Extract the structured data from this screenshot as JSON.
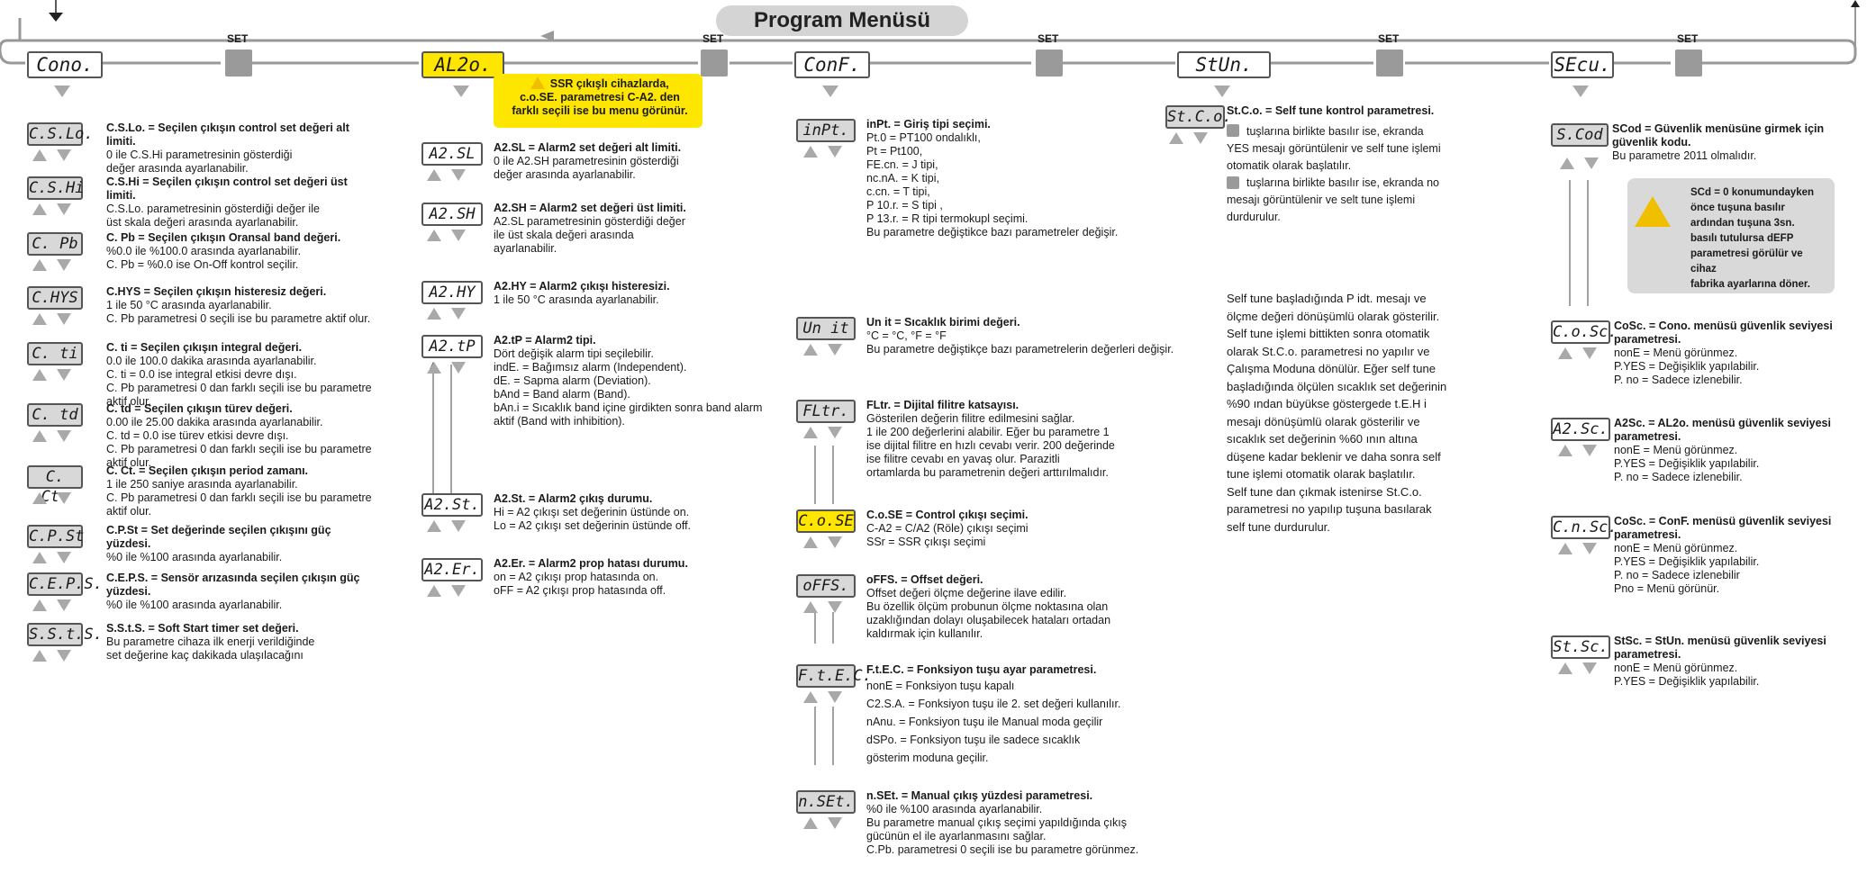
{
  "title": "Program Menüsü",
  "set_label": "SET",
  "menus": [
    {
      "code": "Cono."
    },
    {
      "code": "AL2o."
    },
    {
      "code": "ConF."
    },
    {
      "code": "StUn."
    },
    {
      "code": "SEcu."
    }
  ],
  "alarm_note": {
    "line1": "SSR çıkışlı cihazlarda,",
    "line2": "c.o.SE. parametresi C-A2. den",
    "line3": "farklı seçili ise bu menu görünür."
  },
  "col1": [
    {
      "disp": "C.S.Lo.",
      "head": "C.S.Lo. = Seçilen çıkışın control set değeri alt limiti.",
      "l1": "0 ile C.S.Hi parametresinin gösterdiği",
      "l2": "değer arasında ayarlanabilir."
    },
    {
      "disp": "C.S.Hi",
      "head": "C.S.Hi = Seçilen çıkışın control set değeri üst limiti.",
      "l1": "C.S.Lo. parametresinin gösterdiği değer ile",
      "l2": "üst skala değeri arasında ayarlanabilir."
    },
    {
      "disp": "C. Pb",
      "head": "C. Pb = Seçilen çıkışın Oransal band değeri.",
      "l1": "%0.0 ile %100.0 arasında ayarlanabilir.",
      "l2": "C. Pb = %0.0 ise On-Off kontrol seçilir."
    },
    {
      "disp": "C.HYS",
      "head": "C.HYS = Seçilen çıkışın histeresiz değeri.",
      "l1": "1 ile 50 °C arasında ayarlanabilir.",
      "l2": "C. Pb parametresi 0 seçili ise bu parametre aktif olur."
    },
    {
      "disp": "C. ti",
      "head": "C. ti = Seçilen çıkışın integral değeri.",
      "l1": "0.0 ile 100.0 dakika arasında ayarlanabilir.",
      "l2": "C. ti = 0.0 ise integral etkisi devre dışı.",
      "l3": "C. Pb parametresi 0 dan farklı seçili ise bu parametre aktif olur."
    },
    {
      "disp": "C. td",
      "head": "C. td = Seçilen çıkışın türev değeri.",
      "l1": "0.00 ile 25.00 dakika arasında ayarlanabilir.",
      "l2": "C. td = 0.0 ise türev etkisi devre dışı.",
      "l3": "C. Pb parametresi 0 dan farklı seçili ise bu parametre aktif olur."
    },
    {
      "disp": "C. Ct.",
      "head": "C. Ct. = Seçilen çıkışın period zamanı.",
      "l1": "1 ile 250 saniye arasında ayarlanabilir.",
      "l2": "C. Pb parametresi 0 dan farklı seçili ise bu parametre aktif olur."
    },
    {
      "disp": "C.P.St",
      "head": "C.P.St = Set değerinde seçilen çıkışını güç yüzdesi.",
      "l1": "%0 ile %100 arasında ayarlanabilir."
    },
    {
      "disp": "C.E.P.S.",
      "head": "C.E.P.S. = Sensör arızasında seçilen çıkışın güç yüzdesi.",
      "l1": "%0 ile %100 arasında ayarlanabilir."
    },
    {
      "disp": "S.S.t.S.",
      "head": "S.S.t.S. = Soft Start timer set değeri.",
      "l1": "Bu parametre cihaza ilk enerji verildiğinde",
      "l2": "set değerine kaç dakikada ulaşılacağını"
    }
  ],
  "col2": [
    {
      "disp": "A2.SL",
      "head": "A2.SL = Alarm2 set değeri alt limiti.",
      "l1": "0 ile A2.SH parametresinin gösterdiği",
      "l2": "değer arasında ayarlanabilir."
    },
    {
      "disp": "A2.SH",
      "head": "A2.SH = Alarm2 set değeri üst limiti.",
      "l1": "A2.SL parametresinin gösterdiği değer",
      "l2": "ile üst skala değeri arasında",
      "l3": "ayarlanabilir."
    },
    {
      "disp": "A2.HY",
      "head": "A2.HY = Alarm2 çıkışı histeresizi.",
      "l1": "1 ile 50 °C arasında ayarlanabilir."
    },
    {
      "disp": "A2.tP",
      "head": "A2.tP = Alarm2 tipi.",
      "l1": "Dört değişik alarm tipi seçilebilir.",
      "l2": "indE. = Bağımsız alarm (Independent).",
      "l3": "dE. = Sapma alarm (Deviation).",
      "l4": "bAnd = Band alarm (Band).",
      "l5": "bAn.i = Sıcaklık band içine girdikten sonra band alarm aktif (Band with inhibition)."
    },
    {
      "disp": "A2.St.",
      "head": "A2.St. = Alarm2 çıkış durumu.",
      "l1": "Hi = A2 çıkışı set değerinin üstünde on.",
      "l2": "Lo = A2 çıkışı set değerinin üstünde off."
    },
    {
      "disp": "A2.Er.",
      "head": "A2.Er. = Alarm2 prop hatası durumu.",
      "l1": "on = A2 çıkışı prop hatasında on.",
      "l2": "oFF = A2 çıkışı prop hatasında off."
    }
  ],
  "col3": [
    {
      "disp": "inPt.",
      "head": "inPt. = Giriş tipi seçimi.",
      "lines": [
        "Pt.0 = PT100 ondalıklı,",
        "Pt = Pt100,",
        "FE.cn. = J tipi,",
        "nc.nA. = K tipi,",
        "c.cn. = T tipi,",
        "P 10.r. = S tipi ,",
        "P 13.r. = R tipi termokupl seçimi.",
        "Bu parametre değiştikce bazı parametreler değişir."
      ]
    },
    {
      "disp": "Un it",
      "head": "Un it = Sıcaklık birimi değeri.",
      "lines": [
        "°C = °C, °F = °F",
        "Bu parametre değiştikçe bazı parametrelerin değerleri değişir."
      ]
    },
    {
      "disp": "FLtr.",
      "head": "FLtr. = Dijital filitre katsayısı.",
      "lines": [
        "Gösterilen değerin filitre edilmesini sağlar.",
        "1 ile 200 değerlerini alabilir. Eğer bu parametre 1",
        "ise dijital filitre en hızlı cevabı verir. 200 değerinde",
        "ise filitre cevabı en yavaş olur. Parazitli",
        "ortamlarda bu parametrenin değeri arttırılmalıdır."
      ]
    },
    {
      "disp": "C.o.SE",
      "head": "C.o.SE = Control çıkışı seçimi.",
      "lines": [
        "C-A2 = C/A2 (Röle) çıkışı seçimi",
        "SSr = SSR çıkışı seçimi"
      ]
    },
    {
      "disp": "oFFS.",
      "head": "oFFS. = Offset değeri.",
      "lines": [
        "Offset değeri ölçme değerine ilave edilir.",
        "Bu özellik ölçüm probunun ölçme noktasına olan",
        "uzaklığından dolayı oluşabilecek hataları ortadan",
        "kaldırmak için kullanılır."
      ]
    },
    {
      "disp": "F.t.E.C.",
      "head": "F.t.E.C. = Fonksiyon tuşu ayar parametresi.",
      "lines": [
        "nonE = Fonksiyon tuşu kapalı",
        "C2.S.A. = Fonksiyon tuşu ile 2. set değeri kullanılır.",
        "nAnu. = Fonksiyon tuşu ile Manual moda geçilir",
        "dSPo. = Fonksiyon tuşu ile sadece sıcaklık",
        "gösterim moduna geçilir."
      ]
    },
    {
      "disp": "n.SEt.",
      "head": "n.SEt. = Manual çıkış yüzdesi parametresi.",
      "lines": [
        "%0 ile %100 arasında ayarlanabilir.",
        "Bu parametre manual çıkış seçimi yapıldığında çıkış",
        "gücünün el ile ayarlanmasını sağlar.",
        "C.Pb. parametresi 0 seçili ise bu parametre görünmez."
      ]
    }
  ],
  "col4": {
    "disp": "St.C.o.",
    "head": "St.C.o. = Self tune kontrol parametresi.",
    "lines": [
      "tuşlarına birlikte basılır ise, ekranda",
      "YES mesajı görüntülenir ve self tune işlemi",
      "otomatik olarak başlatılır.",
      "tuşlarına birlikte basılır ise, ekranda no",
      "mesajı görüntülenir ve selt tune işlemi",
      "durdurulur."
    ],
    "para": [
      "Self tune başladığında P idt. mesajı ve",
      "ölçme değeri dönüşümlü olarak gösterilir.",
      "Self tune işlemi bittikten sonra otomatik",
      "olarak St.C.o. parametresi no yapılır ve",
      "Çalışma Moduna dönülür. Eğer self tune",
      "başladığında ölçülen sıcaklık set değerinin",
      "%90 ından büyükse göstergede t.E.H i",
      "mesajı dönüşümlü olarak gösterilir ve",
      "sıcaklık set değerinin %60 ının altına",
      "düşene kadar beklenir ve daha sonra self",
      "tune işlemi otomatik olarak başlatılır.",
      "Self tune dan çıkmak istenirse St.C.o.",
      "parametresi no yapılıp tuşuna basılarak",
      "self tune durdurulur."
    ]
  },
  "col5": {
    "scod": {
      "disp": "S.Cod",
      "head": "SCod = Güvenlik menüsüne girmek için güvenlik kodu.",
      "l1": "Bu parametre 2011 olmalıdır."
    },
    "warn_box": [
      "SCd = 0 konumundayken",
      "önce tuşuna basılır",
      "ardından tuşuna 3sn.",
      "basılı tutulursa dEFP",
      "parametresi görülür ve cihaz",
      "fabrika ayarlarına döner."
    ],
    "items": [
      {
        "disp": "C.o.Sc.",
        "head": "CoSc. = Cono. menüsü güvenlik seviyesi parametresi.",
        "lines": [
          "nonE = Menü görünmez.",
          "P.YES = Değişiklik yapılabilir.",
          "P. no = Sadece izlenebilir."
        ]
      },
      {
        "disp": "A2.Sc.",
        "head": "A2Sc. = AL2o. menüsü güvenlik seviyesi parametresi.",
        "lines": [
          "nonE = Menü görünmez.",
          "P.YES = Değişiklik yapılabilir.",
          "P. no = Sadece izlenebilir."
        ]
      },
      {
        "disp": "C.n.Sc.",
        "head": "CoSc. = ConF. menüsü güvenlik seviyesi parametresi.",
        "lines": [
          "nonE = Menü görünmez.",
          "P.YES = Değişiklik yapılabilir.",
          "P. no = Sadece izlenebilir",
          "Pno = Menü görünür."
        ]
      },
      {
        "disp": "St.Sc.",
        "head": "StSc. = StUn. menüsü güvenlik seviyesi parametresi.",
        "lines": [
          "nonE = Menü görünmez.",
          "P.YES = Değişiklik yapılabilir."
        ]
      }
    ]
  }
}
